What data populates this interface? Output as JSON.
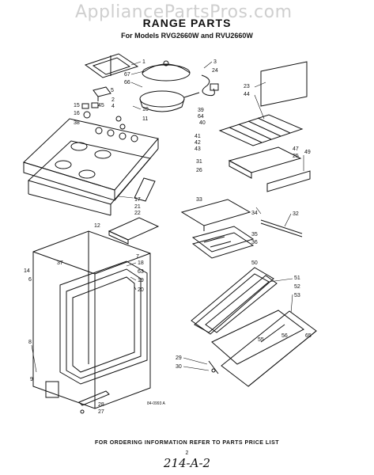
{
  "watermark": "AppliancePartsPros.com",
  "title": "RANGE PARTS",
  "subtitle": "For Models RVG2660W and RVU2660W",
  "footer": "FOR ORDERING INFORMATION REFER TO PARTS PRICE LIST",
  "page_number": "2",
  "handwritten_note": "214-A-2",
  "drawing_code": "84-0993 A",
  "part_labels": [
    "1",
    "2",
    "3",
    "4",
    "5",
    "6",
    "7",
    "8",
    "9",
    "10",
    "11",
    "12",
    "14",
    "15",
    "16",
    "17",
    "18",
    "19",
    "20",
    "21",
    "22",
    "23",
    "24",
    "25",
    "26",
    "27",
    "28",
    "29",
    "30",
    "31",
    "32",
    "33",
    "34",
    "35",
    "36",
    "37",
    "38",
    "39",
    "40",
    "41",
    "42",
    "43",
    "44",
    "45",
    "47",
    "49",
    "50",
    "51",
    "52",
    "53",
    "55",
    "56",
    "63",
    "64",
    "65",
    "66",
    "67"
  ]
}
